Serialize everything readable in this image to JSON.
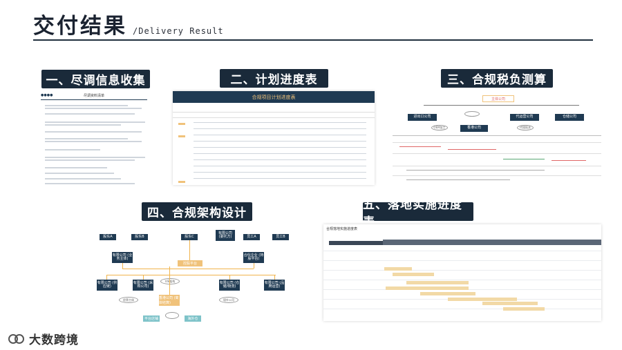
{
  "header": {
    "title": "交付结果",
    "subtitle": "/Delivery Result"
  },
  "sections": [
    {
      "label": "一、尽调信息收集",
      "thumb_title": "尽调资料清单",
      "thumb_brand": "●●●●"
    },
    {
      "label": "二、计划进度表",
      "thumb_title": "合规项目计划进度表"
    },
    {
      "label": "三、合规税负测算",
      "nodes": [
        "主体公司",
        "进出口公司",
        "香港公司",
        "代运营公司",
        "仓储公司",
        "OEM加工",
        "代理报关",
        "分销渠道"
      ]
    },
    {
      "label": "四、合规架构设计",
      "nodes": [
        "股东A",
        "股东B",
        "股东C",
        "有限公司\n(委托方)",
        "员工A",
        "员工B",
        "有限公司\n(业务主体)",
        "合伙企业\n(持股平台)",
        "控股平台",
        "有限公司\n(供应链)",
        "有限公司\n(采购公司)",
        "有限公司\n(仓储/物流)",
        "有限公司\n(品牌运营)",
        "VIE架构",
        "经营主体",
        "香港公司\n(离岸结算)",
        "境外公司",
        "平台店铺",
        "海外仓"
      ]
    },
    {
      "label": "五、落地实施进度表",
      "thumb_title": "合规落地实施进度表"
    }
  ],
  "footer": {
    "brand": "大数跨境"
  },
  "colors": {
    "navy": "#1a2a3a",
    "accent": "#f0c27a",
    "teal": "#7ec3c9"
  }
}
